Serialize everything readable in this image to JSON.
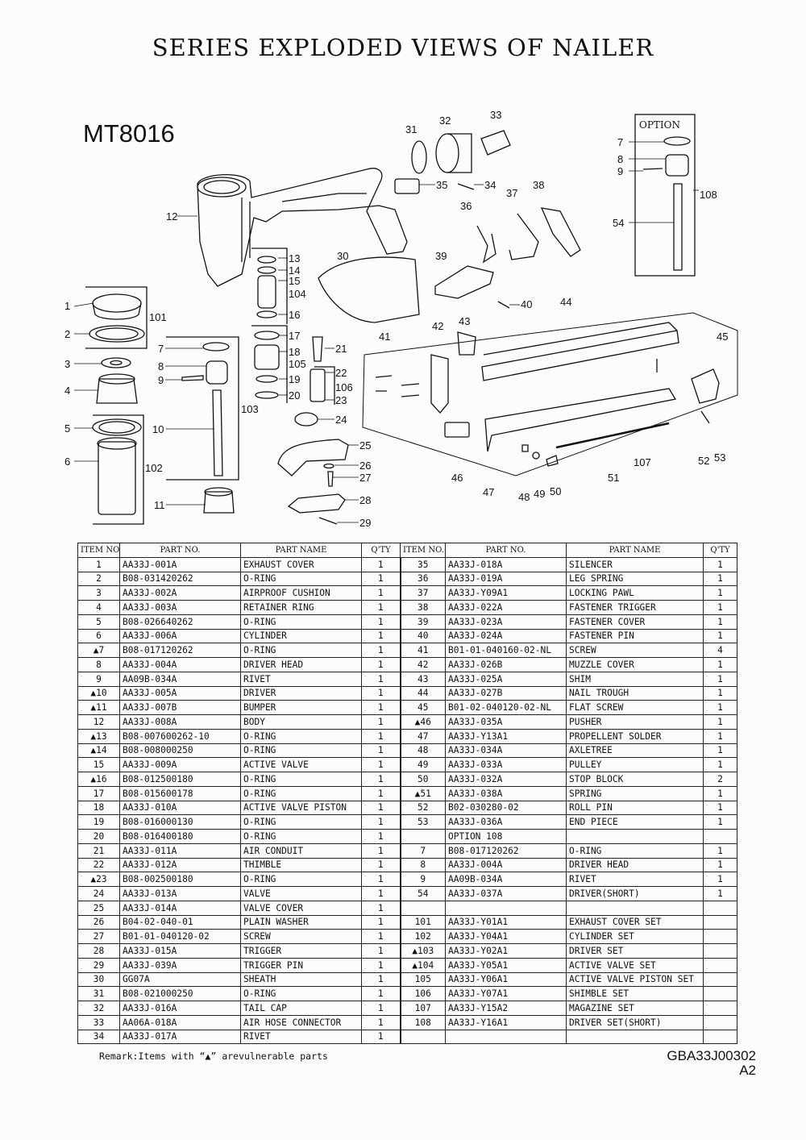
{
  "title": "SERIES EXPLODED VIEWS OF NAILER",
  "model": "MT8016",
  "option_label": "OPTION",
  "callouts": [
    "1",
    "2",
    "3",
    "4",
    "5",
    "6",
    "7",
    "8",
    "9",
    "10",
    "11",
    "12",
    "13",
    "14",
    "15",
    "104",
    "16",
    "17",
    "18",
    "105",
    "19",
    "20",
    "21",
    "22",
    "106",
    "23",
    "24",
    "25",
    "26",
    "27",
    "28",
    "29",
    "30",
    "31",
    "32",
    "33",
    "34",
    "35",
    "36",
    "37",
    "38",
    "39",
    "40",
    "41",
    "42",
    "43",
    "44",
    "45",
    "46",
    "47",
    "48",
    "49",
    "50",
    "51",
    "52",
    "53",
    "101",
    "102",
    "103",
    "107",
    "7",
    "8",
    "9",
    "108",
    "54"
  ],
  "table": {
    "headers": [
      "ITEM NO.",
      "PART NO.",
      "PART NAME",
      "Q'TY",
      "ITEM NO.",
      "PART NO.",
      "PART NAME",
      "Q'TY"
    ],
    "left_rows": [
      [
        "1",
        "AA33J-001A",
        "EXHAUST COVER",
        "1"
      ],
      [
        "2",
        "B08-031420262",
        "O-RING",
        "1"
      ],
      [
        "3",
        "AA33J-002A",
        "AIRPROOF CUSHION",
        "1"
      ],
      [
        "4",
        "AA33J-003A",
        "RETAINER RING",
        "1"
      ],
      [
        "5",
        "B08-026640262",
        "O-RING",
        "1"
      ],
      [
        "6",
        "AA33J-006A",
        "CYLINDER",
        "1"
      ],
      [
        "▲7",
        "B08-017120262",
        "O-RING",
        "1"
      ],
      [
        "8",
        "AA33J-004A",
        "DRIVER HEAD",
        "1"
      ],
      [
        "9",
        "AA09B-034A",
        "RIVET",
        "1"
      ],
      [
        "▲10",
        "AA33J-005A",
        "DRIVER",
        "1"
      ],
      [
        "▲11",
        "AA33J-007B",
        "BUMPER",
        "1"
      ],
      [
        "12",
        "AA33J-008A",
        "BODY",
        "1"
      ],
      [
        "▲13",
        "B08-007600262-10",
        "O-RING",
        "1"
      ],
      [
        "▲14",
        "B08-008000250",
        "O-RING",
        "1"
      ],
      [
        "15",
        "AA33J-009A",
        "ACTIVE VALVE",
        "1"
      ],
      [
        "▲16",
        "B08-012500180",
        "O-RING",
        "1"
      ],
      [
        "17",
        "B08-015600178",
        "O-RING",
        "1"
      ],
      [
        "18",
        "AA33J-010A",
        "ACTIVE VALVE PISTON",
        "1"
      ],
      [
        "19",
        "B08-016000130",
        "O-RING",
        "1"
      ],
      [
        "20",
        "B08-016400180",
        "O-RING",
        "1"
      ],
      [
        "21",
        "AA33J-011A",
        "AIR CONDUIT",
        "1"
      ],
      [
        "22",
        "AA33J-012A",
        "THIMBLE",
        "1"
      ],
      [
        "▲23",
        "B08-002500180",
        "O-RING",
        "1"
      ],
      [
        "24",
        "AA33J-013A",
        "VALVE",
        "1"
      ],
      [
        "25",
        "AA33J-014A",
        "VALVE COVER",
        "1"
      ],
      [
        "26",
        "B04-02-040-01",
        "PLAIN WASHER",
        "1"
      ],
      [
        "27",
        "B01-01-040120-02",
        "SCREW",
        "1"
      ],
      [
        "28",
        "AA33J-015A",
        "TRIGGER",
        "1"
      ],
      [
        "29",
        "AA33J-039A",
        "TRIGGER PIN",
        "1"
      ],
      [
        "30",
        "GG07A",
        "SHEATH",
        "1"
      ],
      [
        "31",
        "B08-021000250",
        "O-RING",
        "1"
      ],
      [
        "32",
        "AA33J-016A",
        "TAIL CAP",
        "1"
      ],
      [
        "33",
        "AA06A-018A",
        "AIR HOSE CONNECTOR",
        "1"
      ],
      [
        "34",
        "AA33J-017A",
        "RIVET",
        "1"
      ]
    ],
    "right_rows": [
      [
        "35",
        "AA33J-018A",
        "SILENCER",
        "1"
      ],
      [
        "36",
        "AA33J-019A",
        "LEG SPRING",
        "1"
      ],
      [
        "37",
        "AA33J-Y09A1",
        "LOCKING PAWL",
        "1"
      ],
      [
        "38",
        "AA33J-022A",
        "FASTENER TRIGGER",
        "1"
      ],
      [
        "39",
        "AA33J-023A",
        "FASTENER COVER",
        "1"
      ],
      [
        "40",
        "AA33J-024A",
        "FASTENER PIN",
        "1"
      ],
      [
        "41",
        "B01-01-040160-02-NL",
        "SCREW",
        "4"
      ],
      [
        "42",
        "AA33J-026B",
        "MUZZLE COVER",
        "1"
      ],
      [
        "43",
        "AA33J-025A",
        "SHIM",
        "1"
      ],
      [
        "44",
        "AA33J-027B",
        "NAIL TROUGH",
        "1"
      ],
      [
        "45",
        "B01-02-040120-02-NL",
        "FLAT SCREW",
        "1"
      ],
      [
        "▲46",
        "AA33J-035A",
        "PUSHER",
        "1"
      ],
      [
        "47",
        "AA33J-Y13A1",
        "PROPELLENT SOLDER",
        "1"
      ],
      [
        "48",
        "AA33J-034A",
        "AXLETREE",
        "1"
      ],
      [
        "49",
        "AA33J-033A",
        "PULLEY",
        "1"
      ],
      [
        "50",
        "AA33J-032A",
        "STOP BLOCK",
        "2"
      ],
      [
        "▲51",
        "AA33J-038A",
        "SPRING",
        "1"
      ],
      [
        "52",
        "B02-030280-02",
        "ROLL PIN",
        "1"
      ],
      [
        "53",
        "AA33J-036A",
        "END PIECE",
        "1"
      ],
      [
        "",
        "OPTION 108",
        "",
        ""
      ],
      [
        "7",
        "B08-017120262",
        "O-RING",
        "1"
      ],
      [
        "8",
        "AA33J-004A",
        "DRIVER HEAD",
        "1"
      ],
      [
        "9",
        "AA09B-034A",
        "RIVET",
        "1"
      ],
      [
        "54",
        "AA33J-037A",
        "DRIVER(SHORT)",
        "1"
      ],
      [
        "",
        "",
        "",
        ""
      ],
      [
        "101",
        "AA33J-Y01A1",
        "EXHAUST COVER SET",
        ""
      ],
      [
        "102",
        "AA33J-Y04A1",
        "CYLINDER SET",
        ""
      ],
      [
        "▲103",
        "AA33J-Y02A1",
        "DRIVER SET",
        ""
      ],
      [
        "▲104",
        "AA33J-Y05A1",
        "ACTIVE VALVE SET",
        ""
      ],
      [
        "105",
        "AA33J-Y06A1",
        "ACTIVE VALVE PISTON SET",
        ""
      ],
      [
        "106",
        "AA33J-Y07A1",
        "SHIMBLE SET",
        ""
      ],
      [
        "107",
        "AA33J-Y15A2",
        "MAGAZINE SET",
        ""
      ],
      [
        "108",
        "AA33J-Y16A1",
        "DRIVER SET(SHORT)",
        ""
      ],
      [
        "",
        "",
        "",
        ""
      ]
    ]
  },
  "remark": "Remark:Items with “▲” arevulnerable parts",
  "doc_code": "GBA33J00302",
  "doc_rev": "A2"
}
